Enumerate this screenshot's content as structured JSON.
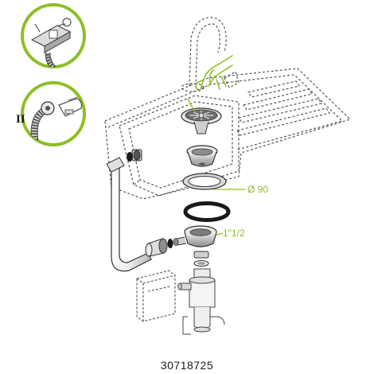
{
  "colors": {
    "accent": "#8cbf26",
    "line": "#3a3a3a",
    "dash": "#555555",
    "metal": "#c9c9c9",
    "gasket": "#1a1a1a"
  },
  "labels": {
    "diameter": "Ø 90",
    "outlet_size": "1\"1/2",
    "roman_numeral": "II",
    "reference_number": "30718725"
  }
}
